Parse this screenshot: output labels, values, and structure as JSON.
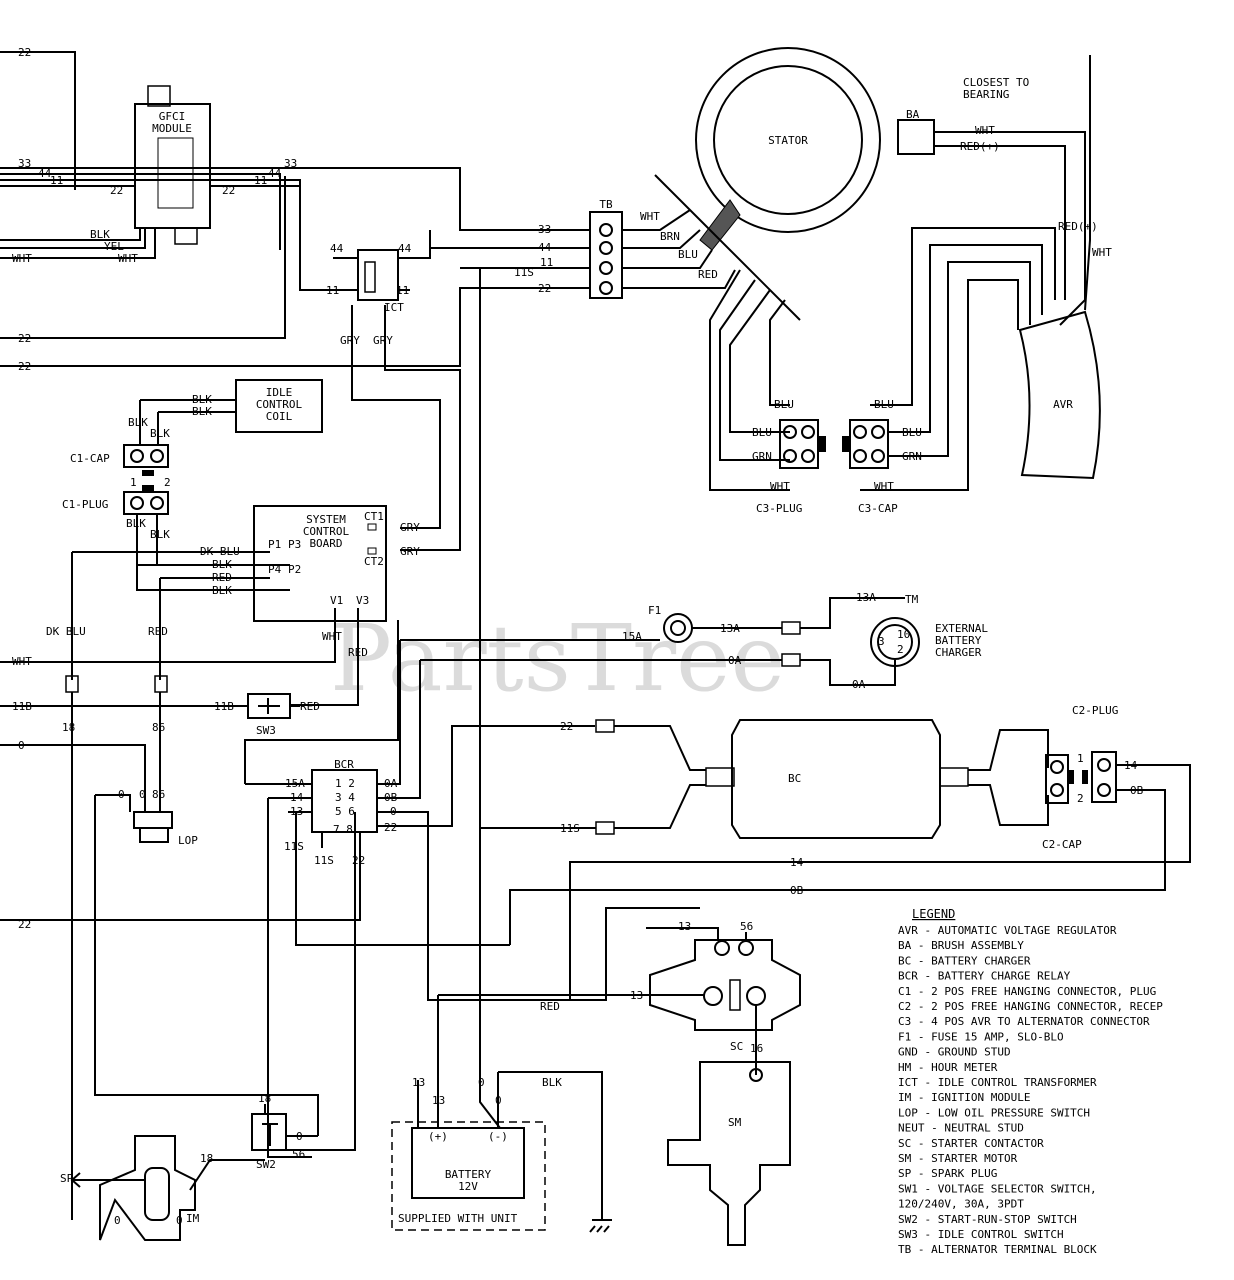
{
  "components": {
    "gfci": "GFCI\nMODULE",
    "stator": "STATOR",
    "tb": "TB",
    "ict": "ICT",
    "idle_coil": "IDLE\nCONTROL\nCOIL",
    "c1_cap": "C1-CAP",
    "c1_plug": "C1-PLUG",
    "scb": "SYSTEM\nCONTROL\nBOARD",
    "ba": "BA",
    "closest": "CLOSEST TO\nBEARING",
    "avr": "AVR",
    "c3_plug": "C3-PLUG",
    "c3_cap": "C3-CAP",
    "f1": "F1",
    "ext_charger": "EXTERNAL\nBATTERY\nCHARGER",
    "sw3": "SW3",
    "lop": "LOP",
    "bcr": "BCR",
    "bc": "BC",
    "c2_plug": "C2-PLUG",
    "c2_cap": "C2-CAP",
    "sc": "SC",
    "sm": "SM",
    "battery": "BATTERY\n12V",
    "battery_pos": "(+)",
    "battery_neg": "(-)",
    "supplied": "SUPPLIED WITH UNIT",
    "sw2": "SW2",
    "sp": "SP",
    "im": "IM"
  },
  "wires": {
    "w22": "22",
    "w33": "33",
    "w44": "44",
    "w11": "11",
    "w11s": "11S",
    "blk": "BLK",
    "yel": "YEL",
    "wht": "WHT",
    "brn": "BRN",
    "blu": "BLU",
    "red": "RED",
    "gry": "GRY",
    "grn": "GRN",
    "dkblu": "DK BLU",
    "red_plus": "RED(+)",
    "red_paren": "RED(+)",
    "w13a": "13A",
    "w15a": "15A",
    "w0a": "0A",
    "w0b": "0B",
    "w11b": "11B",
    "w14": "14",
    "w13": "13",
    "w56": "56",
    "w16": "16",
    "w18": "18",
    "w86": "86",
    "w0": "0",
    "w1": "1",
    "w2": "2"
  },
  "pins": {
    "ct1": "CT1",
    "ct2": "CT2",
    "p1": "P1",
    "p3": "P3",
    "p4": "P4",
    "p2": "P2",
    "v1": "V1",
    "v3": "V3",
    "bcr12": "1 2",
    "bcr34": "3 4",
    "bcr56": "5 6",
    "bcr78": "7 8",
    "f1_3": "3",
    "f1_10": "10",
    "f1_2": "2"
  },
  "legend": {
    "title": "LEGEND",
    "items": [
      "AVR - AUTOMATIC VOLTAGE REGULATOR",
      "BA - BRUSH ASSEMBLY",
      "BC - BATTERY CHARGER",
      "BCR - BATTERY CHARGE RELAY",
      "C1 - 2 POS FREE HANGING CONNECTOR, PLUG",
      "C2 - 2 POS FREE HANGING CONNECTOR, RECEP",
      "C3 - 4 POS AVR TO ALTERNATOR CONNECTOR",
      "F1 - FUSE 15 AMP, SLO-BLO",
      "GND - GROUND STUD",
      "HM - HOUR METER",
      "ICT - IDLE CONTROL TRANSFORMER",
      "IM - IGNITION MODULE",
      "LOP - LOW OIL PRESSURE SWITCH",
      "NEUT - NEUTRAL STUD",
      "SC - STARTER CONTACTOR",
      "SM - STARTER MOTOR",
      "SP - SPARK PLUG",
      "SW1 - VOLTAGE SELECTOR SWITCH,",
      "      120/240V, 30A, 3PDT",
      "SW2 - START-RUN-STOP SWITCH",
      "SW3 - IDLE CONTROL SWITCH",
      "TB - ALTERNATOR TERMINAL BLOCK"
    ]
  },
  "watermark": "PartsTree",
  "watermark_tm": "TM"
}
